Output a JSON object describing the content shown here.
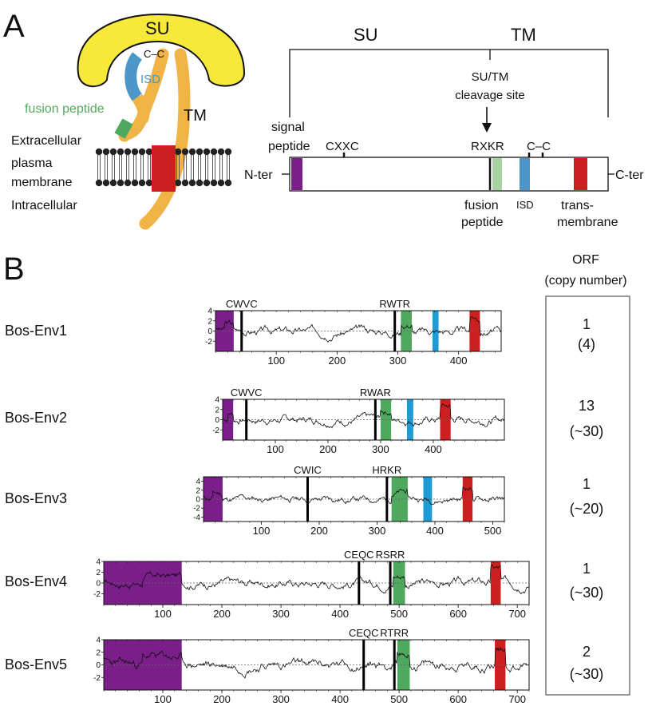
{
  "colors": {
    "su": "#f7e93a",
    "tm": "#f0b346",
    "isd": "#4d96c9",
    "fusion": "#4ea85d",
    "fusion_light": "#a6d3a0",
    "membrane": "#cc1f1f",
    "signal": "#7a1f8a",
    "isd_plot": "#1e9ad6",
    "green_label": "#56a85a"
  },
  "panel_a": {
    "letter": "A",
    "cartoon": {
      "su": "SU",
      "cc": "C–C",
      "isd": "ISD",
      "tm": "TM",
      "fusion_peptide": "fusion peptide",
      "extracellular": "Extracellular",
      "plasma": "plasma",
      "membrane": "membrane",
      "intracellular": "Intracellular"
    },
    "schematic": {
      "su": "SU",
      "tm": "TM",
      "cleavage_1": "SU/TM",
      "cleavage_2": "cleavage site",
      "signal_1": "signal",
      "signal_2": "peptide",
      "cxxc": "CXXC",
      "rxkr": "RXKR",
      "cc": "C–C",
      "nter": "N-ter",
      "cter": "C-ter",
      "fusion_1": "fusion",
      "fusion_2": "peptide",
      "isd": "ISD",
      "trans_1": "trans-",
      "trans_2": "membrane"
    }
  },
  "panel_b": {
    "letter": "B",
    "orf_header_1": "ORF",
    "orf_header_2": "(copy number)",
    "rows": [
      {
        "name": "Bos-Env1",
        "orf": "1",
        "copies": "(4)",
        "motif1": "CWVC",
        "motif2": "RWTR"
      },
      {
        "name": "Bos-Env2",
        "orf": "13",
        "copies": "(~30)",
        "motif1": "CWVC",
        "motif2": "RWAR"
      },
      {
        "name": "Bos-Env3",
        "orf": "1",
        "copies": "(~20)",
        "motif1": "CWIC",
        "motif2": "HRKR"
      },
      {
        "name": "Bos-Env4",
        "orf": "1",
        "copies": "(~30)",
        "motif1": "CEQC",
        "motif2": "RSRR"
      },
      {
        "name": "Bos-Env5",
        "orf": "2",
        "copies": "(~30)",
        "motif1": "CEQC",
        "motif2": "RTRR"
      }
    ]
  },
  "chart_data": [
    {
      "type": "line",
      "name": "Bos-Env1",
      "xlim": [
        0,
        470
      ],
      "ylim": [
        -4,
        4
      ],
      "xticks": [
        100,
        200,
        300,
        400
      ],
      "yticks": [
        4,
        2,
        0,
        -2
      ],
      "signal": [
        0,
        30
      ],
      "motif1_pos": 43,
      "motif2_pos": 295,
      "fusion": [
        305,
        323
      ],
      "isd": [
        357,
        367
      ],
      "tm": [
        418,
        435
      ],
      "profile_seed": 3
    },
    {
      "type": "line",
      "name": "Bos-Env2",
      "xlim": [
        0,
        535
      ],
      "ylim": [
        -4,
        4
      ],
      "xticks": [
        100,
        200,
        300,
        400
      ],
      "yticks": [
        4,
        2,
        0,
        -2
      ],
      "signal": [
        0,
        20
      ],
      "motif1_pos": 45,
      "motif2_pos": 290,
      "fusion": [
        300,
        320
      ],
      "isd": [
        350,
        362
      ],
      "tm": [
        413,
        433
      ],
      "profile_seed": 7
    },
    {
      "type": "line",
      "name": "Bos-Env3",
      "xlim": [
        0,
        520
      ],
      "ylim": [
        -5,
        5
      ],
      "xticks": [
        100,
        200,
        300,
        400,
        500
      ],
      "yticks": [
        4,
        2,
        0,
        -2,
        -4
      ],
      "signal": [
        0,
        33
      ],
      "motif1_pos": 180,
      "motif2_pos": 317,
      "fusion": [
        325,
        353
      ],
      "isd": [
        380,
        395
      ],
      "tm": [
        448,
        465
      ],
      "profile_seed": 11
    },
    {
      "type": "line",
      "name": "Bos-Env4",
      "xlim": [
        0,
        720
      ],
      "ylim": [
        -4,
        4
      ],
      "xticks": [
        100,
        200,
        300,
        400,
        500,
        600,
        700
      ],
      "yticks": [
        4,
        2,
        0,
        -2
      ],
      "signal": [
        0,
        132
      ],
      "motif1_pos": 432,
      "motif2_pos": 485,
      "fusion": [
        490,
        510
      ],
      "isd": null,
      "tm": [
        655,
        672
      ],
      "profile_seed": 17
    },
    {
      "type": "line",
      "name": "Bos-Env5",
      "xlim": [
        0,
        720
      ],
      "ylim": [
        -4,
        4
      ],
      "xticks": [
        100,
        200,
        300,
        400,
        500,
        600,
        700
      ],
      "yticks": [
        4,
        2,
        0,
        -2
      ],
      "signal": [
        0,
        132
      ],
      "motif1_pos": 440,
      "motif2_pos": 492,
      "fusion": [
        497,
        518
      ],
      "isd": null,
      "tm": [
        662,
        680
      ],
      "profile_seed": 23
    }
  ]
}
